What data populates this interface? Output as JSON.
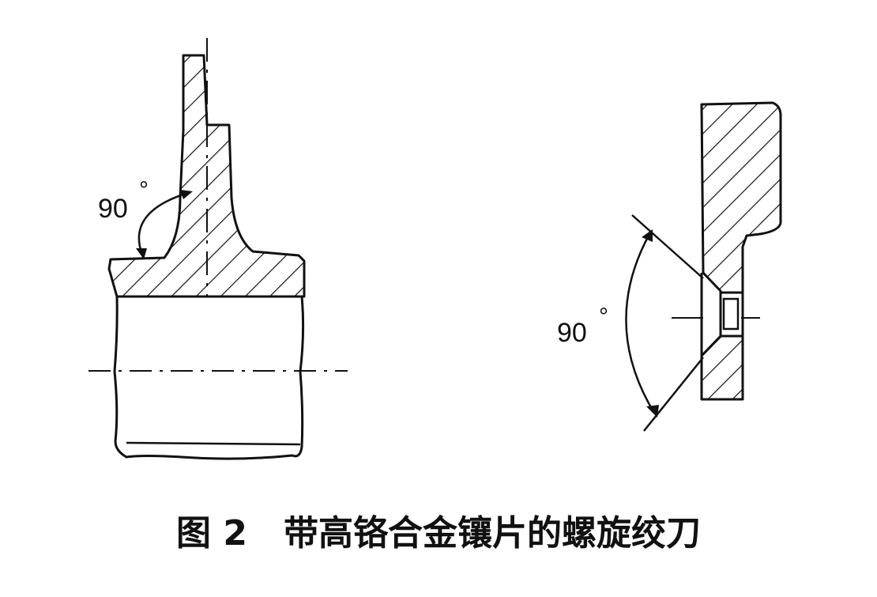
{
  "figure": {
    "caption_number": "图 2",
    "caption_title": "带高铬合金镶片的螺旋绞刀",
    "left_view": {
      "angle_label": "90",
      "angle_unit": "°"
    },
    "right_view": {
      "angle_label": "90",
      "angle_unit": "°"
    }
  },
  "colors": {
    "ink": "#111111",
    "background": "#ffffff"
  }
}
